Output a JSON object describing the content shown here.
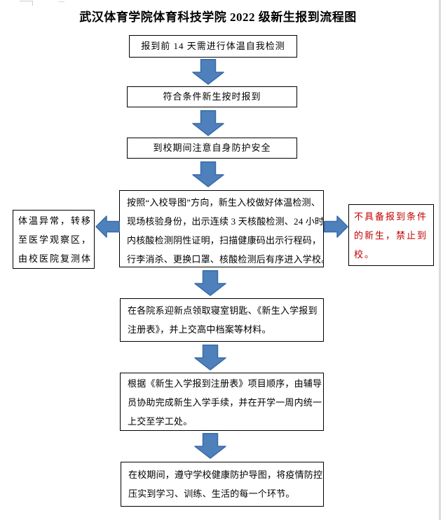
{
  "title": "武汉体育学院体育科技学院 2022 级新生报到流程图",
  "colors": {
    "arrow_fill": "#4E80BC",
    "arrow_border": "#3A6BA8",
    "warning_text": "#C00000",
    "page_edge": "#D9DDDD",
    "box_border": "#000000"
  },
  "flowchart": {
    "steps": [
      {
        "text": "报到前 14 天需进行体温自我检测"
      },
      {
        "text": "符合条件新生按时报到"
      },
      {
        "text": "到校期间注意自身防护安全"
      },
      {
        "lines": [
          "按照“入校导图”方向，新生入校做好体温检测、",
          "现场核验身份，出示连续 3 天核酸检测、24 小时",
          "内核酸检测阴性证明，扫描健康码出示行程码，",
          "行李消杀、更换口罩、核酸检测后有序进入学校。"
        ]
      },
      {
        "lines": [
          "在各院系迎新点领取寝室钥匙、《新生入学报到",
          "注册表》，并上交高中档案等材料。"
        ]
      },
      {
        "lines": [
          "根据《新生入学报到注册表》项目顺序，由辅导",
          "员协助完成新生入学手续，并在开学一周内统一",
          "上交至学工处。"
        ]
      },
      {
        "lines": [
          "在校期间，遵守学校健康防护导图，将疫情防控",
          "压实到学习、训练、生活的每一个环节。"
        ]
      }
    ],
    "side_left": {
      "lines": [
        "体温异常，转移",
        "至医学观察区，",
        "由校医院复测体"
      ]
    },
    "side_right": {
      "lines": [
        "不具备报到条件",
        "的新生，禁止到",
        "校。"
      ]
    }
  }
}
